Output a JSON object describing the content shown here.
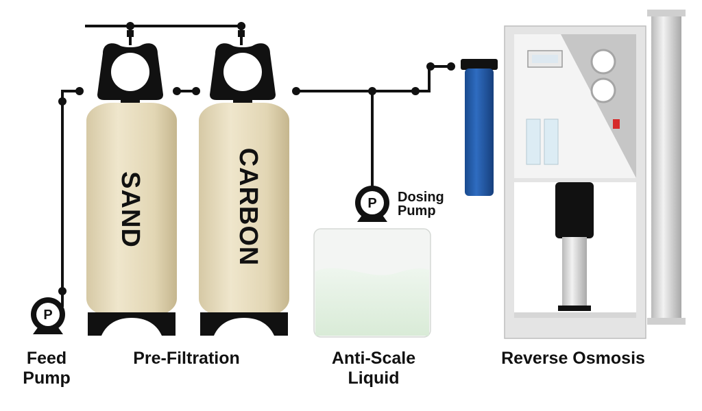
{
  "labels": {
    "feed_pump_line1": "Feed",
    "feed_pump_line2": "Pump",
    "pre_filtration": "Pre-Filtration",
    "anti_scale_line1": "Anti-Scale",
    "anti_scale_line2": "Liquid",
    "reverse_osmosis": "Reverse Osmosis",
    "dosing_pump_line1": "Dosing",
    "dosing_pump_line2": "Pump"
  },
  "tanks": {
    "sand": "SAND",
    "carbon": "CARBON"
  },
  "pump_symbol": "P",
  "colors": {
    "tank": "#e5d9b8",
    "tank_shade": "#c9bb94",
    "pipe": "#111111",
    "cartridge": "#1f57a6",
    "ro_panel": "#c9c9c9",
    "ro_frame": "#e6e6e6",
    "liquid": "#dfeedd",
    "indicator": "#d62a2a"
  }
}
